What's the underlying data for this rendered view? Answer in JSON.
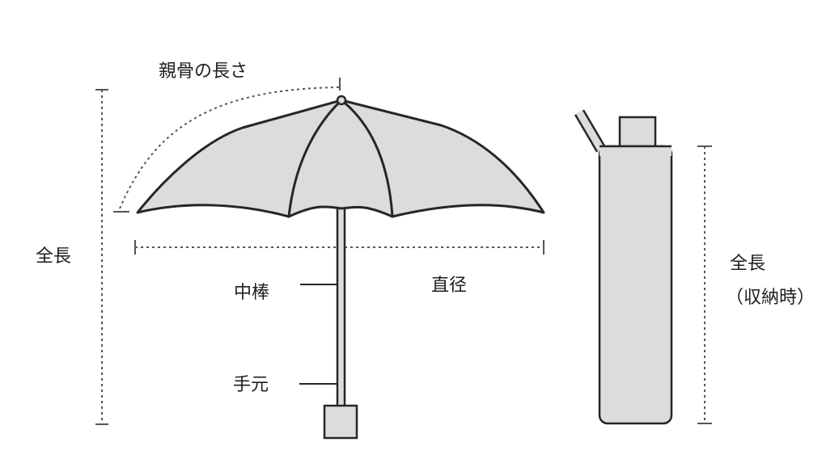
{
  "labels": {
    "rib_length": "親骨の長さ",
    "total_length": "全長",
    "shaft": "中棒",
    "diameter": "直径",
    "handle": "手元",
    "total_length_closed_line1": "全長",
    "total_length_closed_line2": "（収納時）"
  },
  "colors": {
    "canopy_fill": "#dcdcdc",
    "outline": "#262626",
    "dimension_line": "#555555",
    "text": "#1e1e1e",
    "background": "#ffffff"
  }
}
